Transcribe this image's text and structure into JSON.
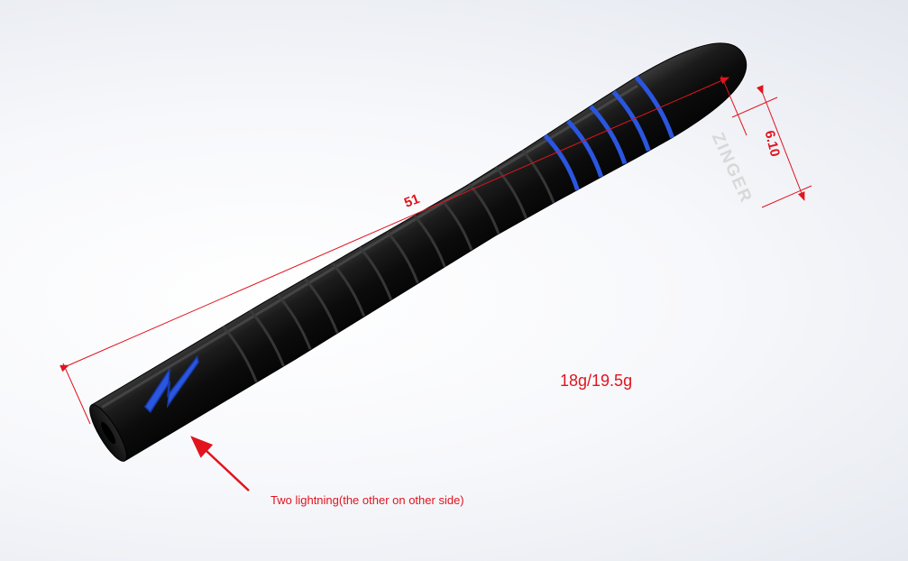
{
  "annotations": {
    "length": "51",
    "diameter": "6.10",
    "weight": "18g/19.5g",
    "callout": "Two lightning(the other on other side)"
  },
  "product": {
    "brand": "ZINGER"
  },
  "colors": {
    "dimension": "#e1141e",
    "body": "#111111",
    "accent": "#2a56e0"
  },
  "icons": {
    "lightning": "lightning-bolt-icon",
    "arrow": "callout-arrow-icon"
  }
}
